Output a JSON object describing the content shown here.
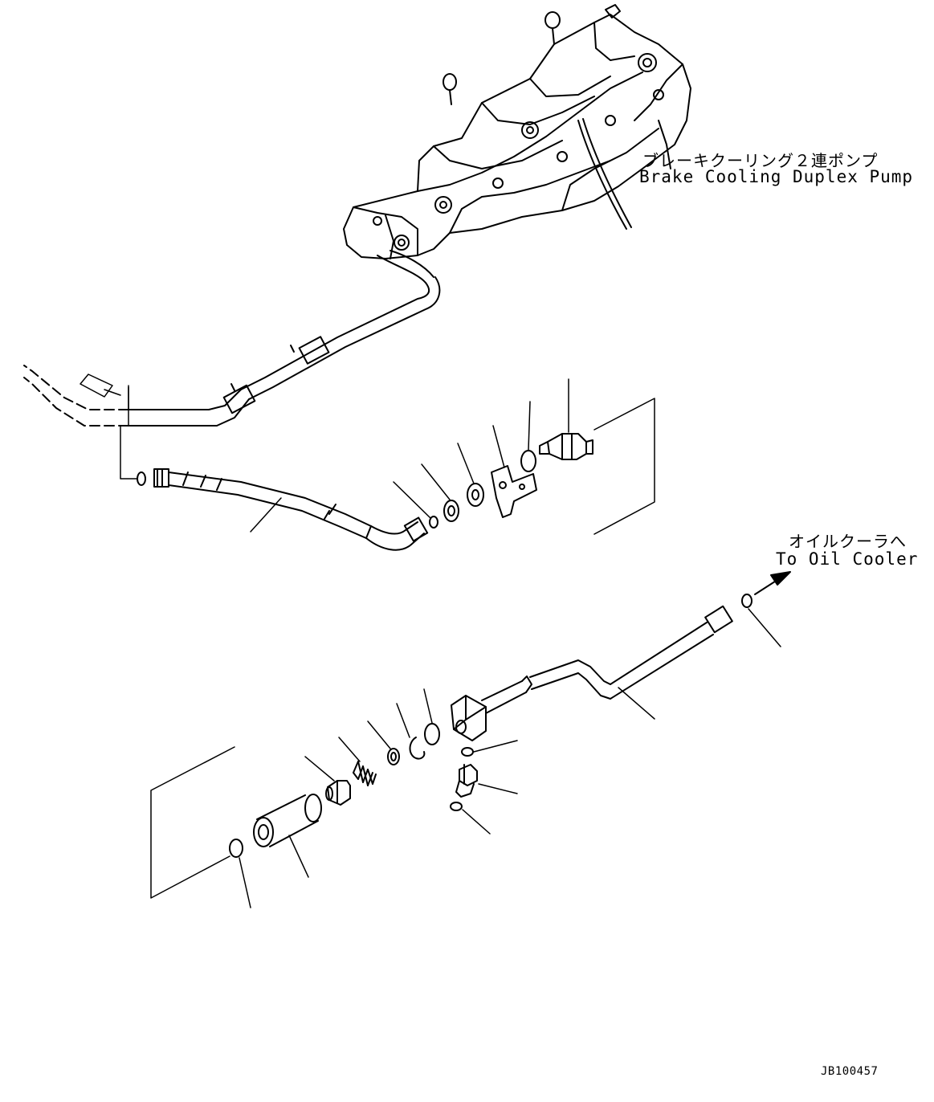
{
  "labels": {
    "pump_jp": "ブレーキクーリング２連ポンプ",
    "pump_en": "Brake Cooling Duplex Pump",
    "cooler_jp": "オイルクーラへ",
    "cooler_en": "To Oil Cooler",
    "drawing_code": "JB100457"
  },
  "colors": {
    "ink": "#000000",
    "paper": "#ffffff"
  }
}
